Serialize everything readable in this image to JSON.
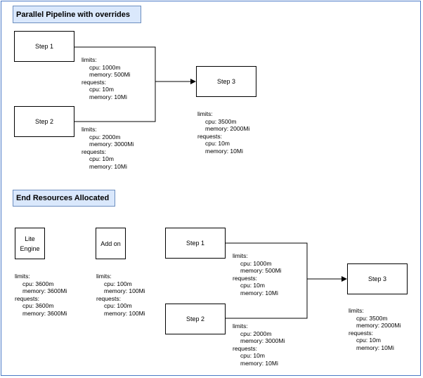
{
  "section1": {
    "title": "Parallel Pipeline with  overrides",
    "step1": {
      "label": "Step 1",
      "limits_label": "limits:",
      "cpu": "cpu: 1000m",
      "memory": "memory: 500Mi",
      "requests_label": "requests:",
      "req_cpu": "cpu: 10m",
      "req_memory": "memory: 10Mi"
    },
    "step2": {
      "label": "Step 2",
      "limits_label": "limits:",
      "cpu": "cpu: 2000m",
      "memory": "memory: 3000Mi",
      "requests_label": "requests:",
      "req_cpu": "cpu: 10m",
      "req_memory": "memory: 10Mi"
    },
    "step3": {
      "label": "Step 3",
      "limits_label": "limits:",
      "cpu": "cpu: 3500m",
      "memory": "memory: 2000Mi",
      "requests_label": "requests:",
      "req_cpu": "cpu: 10m",
      "req_memory": "memory: 10Mi"
    }
  },
  "section2": {
    "title": "End Resources Allocated",
    "lite_engine": {
      "label_line1": "Lite",
      "label_line2": "Engine",
      "limits_label": "limits:",
      "cpu": "cpu: 3600m",
      "memory": "memory: 3600Mi",
      "requests_label": "requests:",
      "req_cpu": "cpu: 3600m",
      "req_memory": "memory: 3600Mi"
    },
    "add_on": {
      "label": "Add on",
      "limits_label": "limits:",
      "cpu": "cpu: 100m",
      "memory": "memory: 100Mi",
      "requests_label": "requests:",
      "req_cpu": "cpu: 100m",
      "req_memory": "memory: 100Mi"
    },
    "step1": {
      "label": "Step 1",
      "limits_label": "limits:",
      "cpu": "cpu: 1000m",
      "memory": "memory: 500Mi",
      "requests_label": "requests:",
      "req_cpu": "cpu: 10m",
      "req_memory": "memory: 10Mi"
    },
    "step2": {
      "label": "Step 2",
      "limits_label": "limits:",
      "cpu": "cpu: 2000m",
      "memory": "memory: 3000Mi",
      "requests_label": "requests:",
      "req_cpu": "cpu: 10m",
      "req_memory": "memory: 10Mi"
    },
    "step3": {
      "label": "Step 3",
      "limits_label": "limits:",
      "cpu": "cpu: 3500m",
      "memory": "memory: 2000Mi",
      "requests_label": "requests:",
      "req_cpu": "cpu: 10m",
      "req_memory": "memory: 10Mi"
    }
  }
}
